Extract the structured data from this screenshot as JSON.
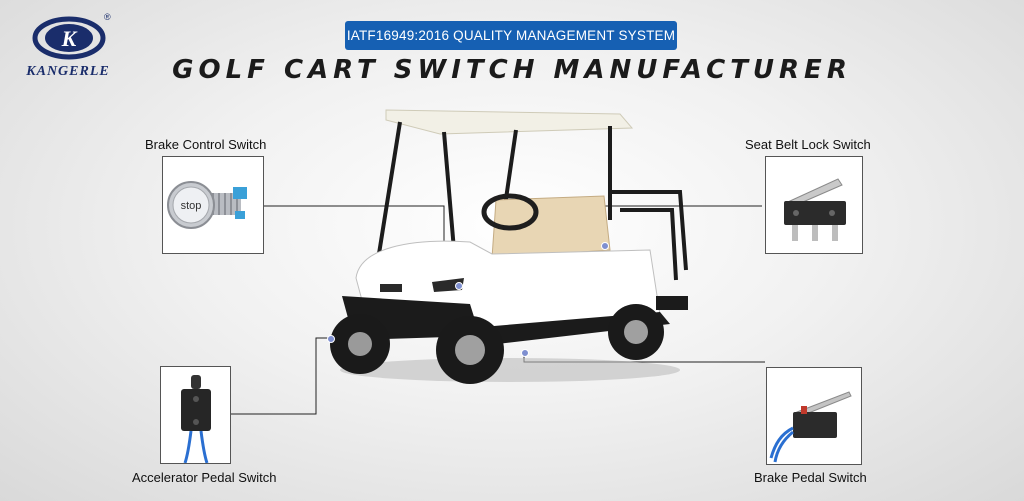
{
  "brand": {
    "name": "KANGERLE",
    "mark": "K",
    "registered": "®"
  },
  "badge": "IATF16949:2016 QUALITY MANAGEMENT SYSTEM",
  "title": "GOLF CART SWITCH MANUFACTURER",
  "callouts": {
    "brake_control": {
      "label": "Brake Control Switch",
      "button_text": "stop"
    },
    "seat_belt": {
      "label": "Seat Belt Lock Switch"
    },
    "accelerator": {
      "label": "Accelerator Pedal Switch"
    },
    "brake_pedal": {
      "label": "Brake Pedal Switch"
    }
  },
  "colors": {
    "badge": "#1660b3",
    "brand": "#1a2d6b",
    "line": "#222222",
    "dot": "#7e8fd0"
  }
}
